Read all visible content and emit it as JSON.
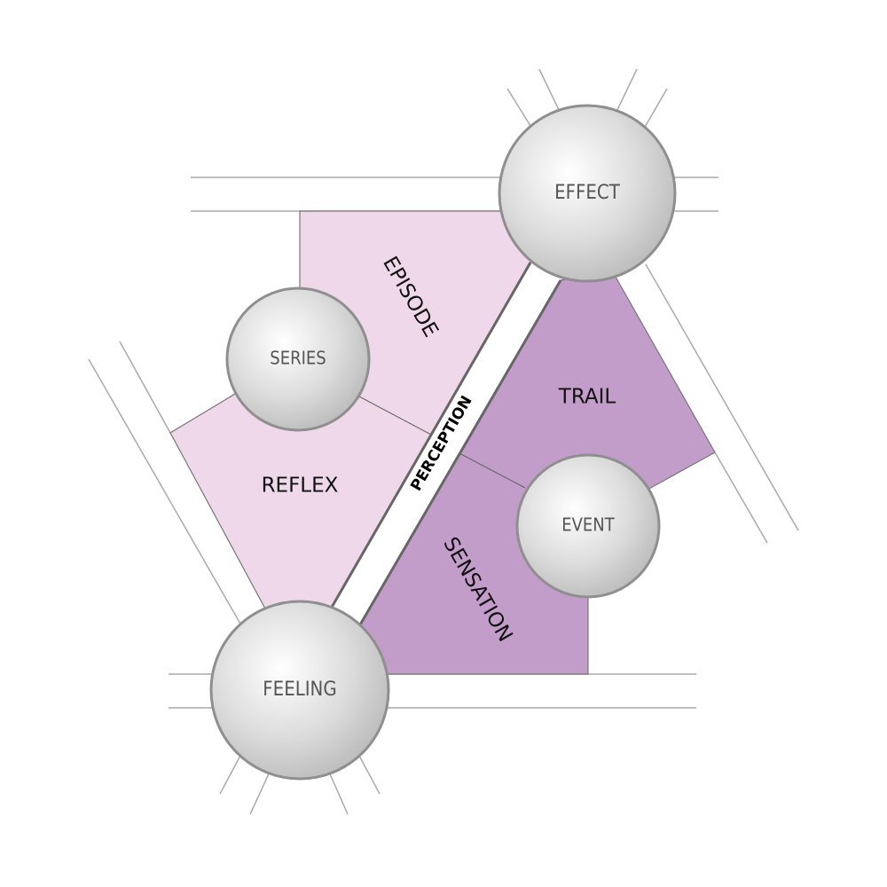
{
  "nodes": {
    "effect": "EFFECT",
    "series": "SERIES",
    "event": "EVENT",
    "feeling": "FEELING"
  },
  "regions": {
    "episode": "EPISODE",
    "reflex": "REFLEX",
    "trail": "TRAIL",
    "sensation": "SENSATION"
  },
  "band": {
    "perception": "PERCEPTION"
  },
  "colors": {
    "light_region": "#eed8ea",
    "dark_region": "#c39dca",
    "node_stroke": "#8f8f8f",
    "line": "#9a9a9a"
  }
}
